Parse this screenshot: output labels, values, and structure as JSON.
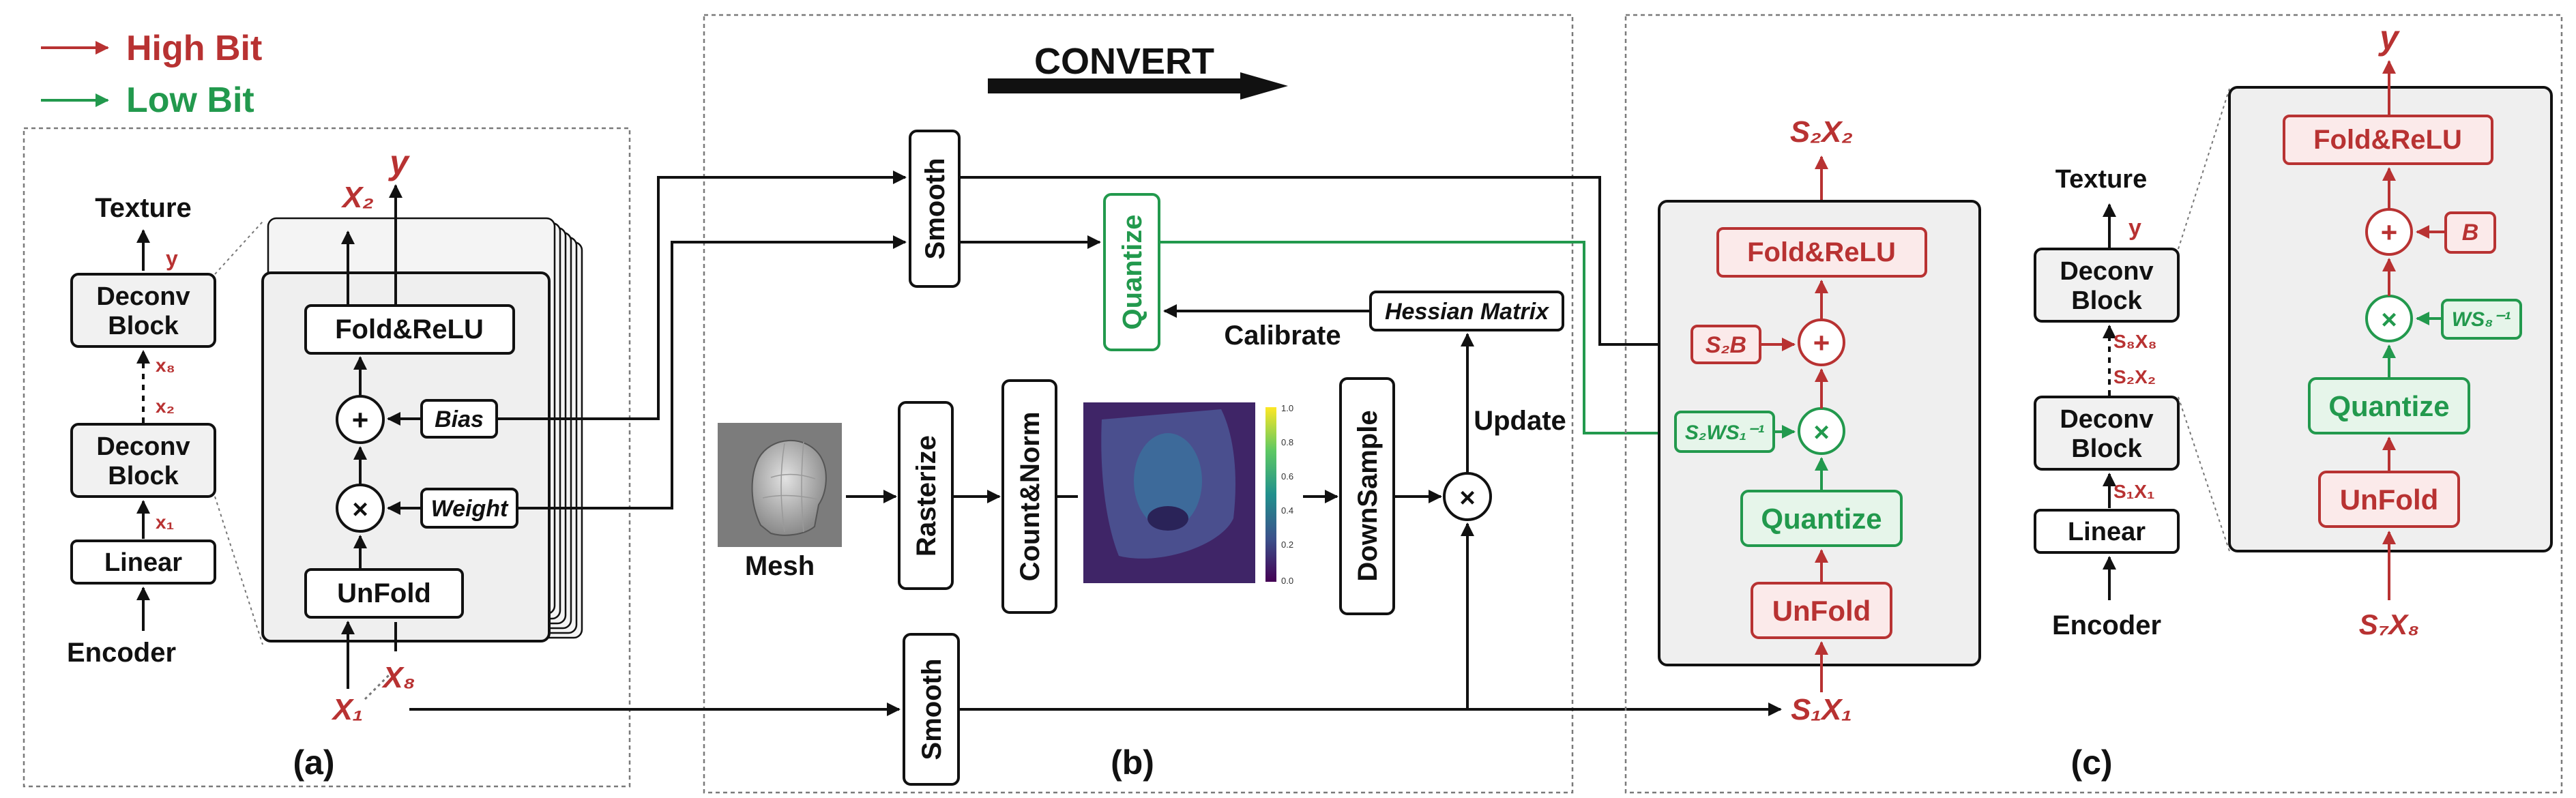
{
  "legend": {
    "high_bit": "High Bit",
    "low_bit": "Low Bit",
    "high_color": "#b83232",
    "low_color": "#22994d"
  },
  "panel_a": {
    "label": "(a)",
    "texture": "Texture",
    "encoder": "Encoder",
    "deconv_line1": "Deconv",
    "deconv_line2": "Block",
    "linear": "Linear",
    "y": "y",
    "x8": "x₈",
    "x2": "x₂",
    "x1": "x₁",
    "fold_relu": "Fold&ReLU",
    "unfold": "UnFold",
    "bias": "Bias",
    "weight": "Weight",
    "plus": "+",
    "times": "×",
    "in_x1": "X₁",
    "in_x8": "X₈",
    "out_x2": "X₂",
    "out_y": "y"
  },
  "panel_b": {
    "label": "(b)",
    "convert": "CONVERT",
    "smooth": "Smooth",
    "quantize": "Quantize",
    "calibrate": "Calibrate",
    "hessian": "Hessian Matrix",
    "update": "Update",
    "mesh": "Mesh",
    "rasterize": "Rasterize",
    "count_norm": "Count&Norm",
    "downsample": "DownSample",
    "times": "×",
    "colorbar_ticks": [
      "1.0",
      "0.8",
      "0.6",
      "0.4",
      "0.2",
      "0.0"
    ]
  },
  "panel_c": {
    "label": "(c)",
    "out_top": "S₂X₂",
    "fold_relu": "Fold&ReLU",
    "s2b": "S₂B",
    "s2ws": "S₂WS₁⁻¹",
    "quantize": "Quantize",
    "unfold": "UnFold",
    "in_bottom": "S₁X₁",
    "plus": "+",
    "times": "×",
    "texture": "Texture",
    "y": "y",
    "deconv_line1": "Deconv",
    "deconv_line2": "Block",
    "s8x8": "S₈X₈",
    "s2x2": "S₂X₂",
    "s1x1": "S₁X₁",
    "linear": "Linear",
    "encoder": "Encoder",
    "zoom_y": "y",
    "zoom_fold_relu": "Fold&ReLU",
    "zoom_b": "B",
    "zoom_ws": "WS₈⁻¹",
    "zoom_quantize": "Quantize",
    "zoom_unfold": "UnFold",
    "zoom_in": "S₇X₈"
  }
}
